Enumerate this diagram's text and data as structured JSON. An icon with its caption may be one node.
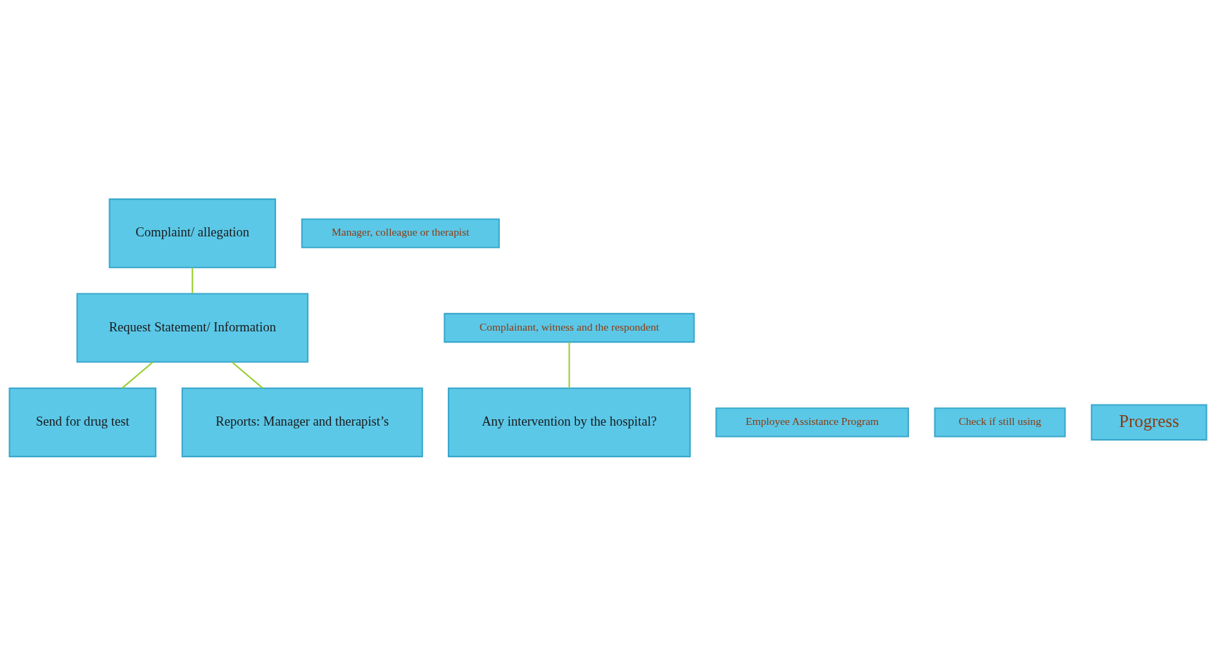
{
  "diagram": {
    "nodes": [
      {
        "text": [
          "Complaint/ allegation"
        ]
      },
      {
        "text": [
          "Manager, colleague or therapist"
        ]
      },
      {
        "text": [
          "Request Statement/ Information"
        ]
      },
      {
        "text": [
          "Complainant, witness and the respondent"
        ]
      },
      {
        "text": [
          "Any intervention by the hospital?"
        ]
      },
      {
        "text": [
          "Employee Assistance Program"
        ]
      },
      {
        "text": [
          "Send for drug test"
        ]
      },
      {
        "text": [
          "Check if still using"
        ]
      },
      {
        "text": [
          "Reports: Manager and therapist’s"
        ]
      },
      {
        "text": [
          "Progress"
        ]
      }
    ],
    "edges": [
      {
        "from": 0,
        "to": 2,
        "arrow": "none"
      },
      {
        "from": 3,
        "to": 4,
        "arrow": "none"
      },
      {
        "from": 2,
        "to": 6,
        "arrow": "none"
      },
      {
        "from": 2,
        "to": 8,
        "arrow": "none"
      }
    ]
  }
}
